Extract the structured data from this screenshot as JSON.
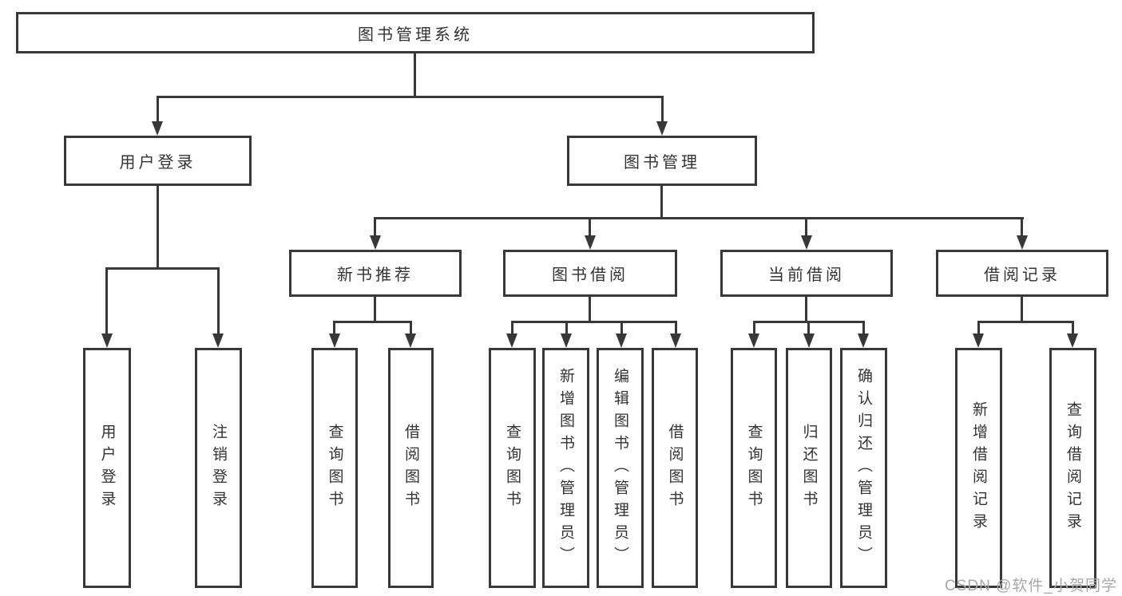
{
  "tree": {
    "root": {
      "label": "图书管理系统"
    },
    "branches": [
      {
        "label": "用户登录",
        "children": [
          {
            "label": "用户登录"
          },
          {
            "label": "注销登录"
          }
        ]
      },
      {
        "label": "图书管理",
        "children": [
          {
            "label": "新书推荐",
            "children": [
              {
                "label": "查询图书"
              },
              {
                "label": "借阅图书"
              }
            ]
          },
          {
            "label": "图书借阅",
            "children": [
              {
                "label": "查询图书"
              },
              {
                "label": "新增图书（管理员）"
              },
              {
                "label": "编辑图书（管理员）"
              },
              {
                "label": "借阅图书"
              }
            ]
          },
          {
            "label": "当前借阅",
            "children": [
              {
                "label": "查询图书"
              },
              {
                "label": "归还图书"
              },
              {
                "label": "确认归还（管理员）"
              }
            ]
          },
          {
            "label": "借阅记录",
            "children": [
              {
                "label": "新增借阅记录"
              },
              {
                "label": "查询借阅记录"
              }
            ]
          }
        ]
      }
    ]
  },
  "watermark": "CSDN @软件_小贺同学",
  "colors": {
    "line": "#383838",
    "text": "#333333",
    "watermark": "#a8a8a8",
    "background": "#ffffff"
  }
}
